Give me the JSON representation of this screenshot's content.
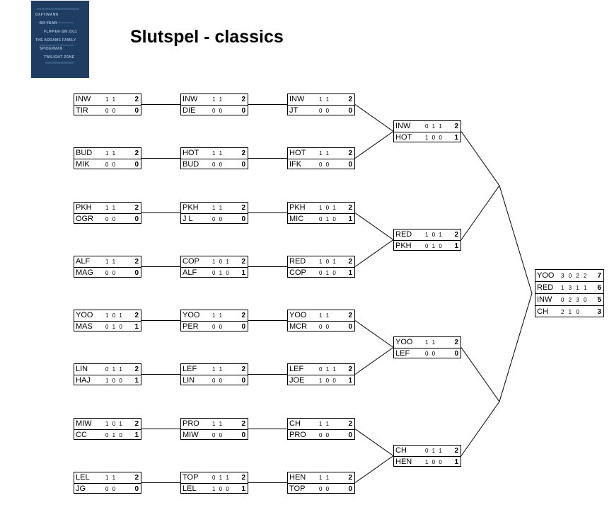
{
  "title": "Slutspel - classics",
  "logo": {
    "icon": "flipper-sm-2011-logo",
    "lines": [
      "DAFTIMANN",
      "SO YEAR",
      "FLIPPER-SM 2011",
      "THE ADDAMS FAMILY",
      "SPIDERMAN",
      "TWILIGHT ZONE"
    ]
  },
  "rounds": [
    {
      "name": "round-1",
      "matches": [
        {
          "p1": {
            "name": "INW",
            "scores": "1 1",
            "total": "2"
          },
          "p2": {
            "name": "TIR",
            "scores": "0 0",
            "total": "0"
          }
        },
        {
          "p1": {
            "name": "BUD",
            "scores": "1 1",
            "total": "2"
          },
          "p2": {
            "name": "MIK",
            "scores": "0 0",
            "total": "0"
          }
        },
        {
          "p1": {
            "name": "PKH",
            "scores": "1 1",
            "total": "2"
          },
          "p2": {
            "name": "OGR",
            "scores": "0 0",
            "total": "0"
          }
        },
        {
          "p1": {
            "name": "ALF",
            "scores": "1 1",
            "total": "2"
          },
          "p2": {
            "name": "MAG",
            "scores": "0 0",
            "total": "0"
          }
        },
        {
          "p1": {
            "name": "YOO",
            "scores": "1 0 1",
            "total": "2"
          },
          "p2": {
            "name": "MAS",
            "scores": "0 1 0",
            "total": "1"
          }
        },
        {
          "p1": {
            "name": "LIN",
            "scores": "0 1 1",
            "total": "2"
          },
          "p2": {
            "name": "HAJ",
            "scores": "1 0 0",
            "total": "1"
          }
        },
        {
          "p1": {
            "name": "MIW",
            "scores": "1 0 1",
            "total": "2"
          },
          "p2": {
            "name": "CC",
            "scores": "0 1 0",
            "total": "1"
          }
        },
        {
          "p1": {
            "name": "LEL",
            "scores": "1 1",
            "total": "2"
          },
          "p2": {
            "name": "JG",
            "scores": "0 0",
            "total": "0"
          }
        }
      ]
    },
    {
      "name": "round-2",
      "matches": [
        {
          "p1": {
            "name": "INW",
            "scores": "1 1",
            "total": "2"
          },
          "p2": {
            "name": "DIE",
            "scores": "0 0",
            "total": "0"
          }
        },
        {
          "p1": {
            "name": "HOT",
            "scores": "1 1",
            "total": "2"
          },
          "p2": {
            "name": "BUD",
            "scores": "0 0",
            "total": "0"
          }
        },
        {
          "p1": {
            "name": "PKH",
            "scores": "1 1",
            "total": "2"
          },
          "p2": {
            "name": "J L",
            "scores": "0 0",
            "total": "0"
          }
        },
        {
          "p1": {
            "name": "COP",
            "scores": "1 0 1",
            "total": "2"
          },
          "p2": {
            "name": "ALF",
            "scores": "0 1 0",
            "total": "1"
          }
        },
        {
          "p1": {
            "name": "YOO",
            "scores": "1 1",
            "total": "2"
          },
          "p2": {
            "name": "PER",
            "scores": "0 0",
            "total": "0"
          }
        },
        {
          "p1": {
            "name": "LEF",
            "scores": "1 1",
            "total": "2"
          },
          "p2": {
            "name": "LIN",
            "scores": "0 0",
            "total": "0"
          }
        },
        {
          "p1": {
            "name": "PRO",
            "scores": "1 1",
            "total": "2"
          },
          "p2": {
            "name": "MIW",
            "scores": "0 0",
            "total": "0"
          }
        },
        {
          "p1": {
            "name": "TOP",
            "scores": "0 1 1",
            "total": "2"
          },
          "p2": {
            "name": "LEL",
            "scores": "1 0 0",
            "total": "1"
          }
        }
      ]
    },
    {
      "name": "round-3",
      "matches": [
        {
          "p1": {
            "name": "INW",
            "scores": "1 1",
            "total": "2"
          },
          "p2": {
            "name": "JT",
            "scores": "0 0",
            "total": "0"
          }
        },
        {
          "p1": {
            "name": "HOT",
            "scores": "1 1",
            "total": "2"
          },
          "p2": {
            "name": "IFK",
            "scores": "0 0",
            "total": "0"
          }
        },
        {
          "p1": {
            "name": "PKH",
            "scores": "1 0 1",
            "total": "2"
          },
          "p2": {
            "name": "MIC",
            "scores": "0 1 0",
            "total": "1"
          }
        },
        {
          "p1": {
            "name": "RED",
            "scores": "1 0 1",
            "total": "2"
          },
          "p2": {
            "name": "COP",
            "scores": "0 1 0",
            "total": "1"
          }
        },
        {
          "p1": {
            "name": "YOO",
            "scores": "1 1",
            "total": "2"
          },
          "p2": {
            "name": "MCR",
            "scores": "0 0",
            "total": "0"
          }
        },
        {
          "p1": {
            "name": "LEF",
            "scores": "0 1 1",
            "total": "2"
          },
          "p2": {
            "name": "JOE",
            "scores": "1 0 0",
            "total": "1"
          }
        },
        {
          "p1": {
            "name": "CH",
            "scores": "1 1",
            "total": "2"
          },
          "p2": {
            "name": "PRO",
            "scores": "0 0",
            "total": "0"
          }
        },
        {
          "p1": {
            "name": "HEN",
            "scores": "1 1",
            "total": "2"
          },
          "p2": {
            "name": "TOP",
            "scores": "0 0",
            "total": "0"
          }
        }
      ]
    },
    {
      "name": "round-4",
      "matches": [
        {
          "p1": {
            "name": "INW",
            "scores": "0 1 1",
            "total": "2"
          },
          "p2": {
            "name": "HOT",
            "scores": "1 0 0",
            "total": "1"
          }
        },
        {
          "p1": {
            "name": "RED",
            "scores": "1 0 1",
            "total": "2"
          },
          "p2": {
            "name": "PKH",
            "scores": "0 1 0",
            "total": "1"
          }
        },
        {
          "p1": {
            "name": "YOO",
            "scores": "1 1",
            "total": "2"
          },
          "p2": {
            "name": "LEF",
            "scores": "0 0",
            "total": "0"
          }
        },
        {
          "p1": {
            "name": "CH",
            "scores": "0 1 1",
            "total": "2"
          },
          "p2": {
            "name": "HEN",
            "scores": "1 0 0",
            "total": "1"
          }
        }
      ]
    }
  ],
  "final": [
    {
      "name": "YOO",
      "scores": "3 0 2 2",
      "total": "7"
    },
    {
      "name": "RED",
      "scores": "1 3 1 1",
      "total": "6"
    },
    {
      "name": "INW",
      "scores": "0 2 3 0",
      "total": "5"
    },
    {
      "name": "CH",
      "scores": "2 1 0",
      "total": "3"
    }
  ]
}
